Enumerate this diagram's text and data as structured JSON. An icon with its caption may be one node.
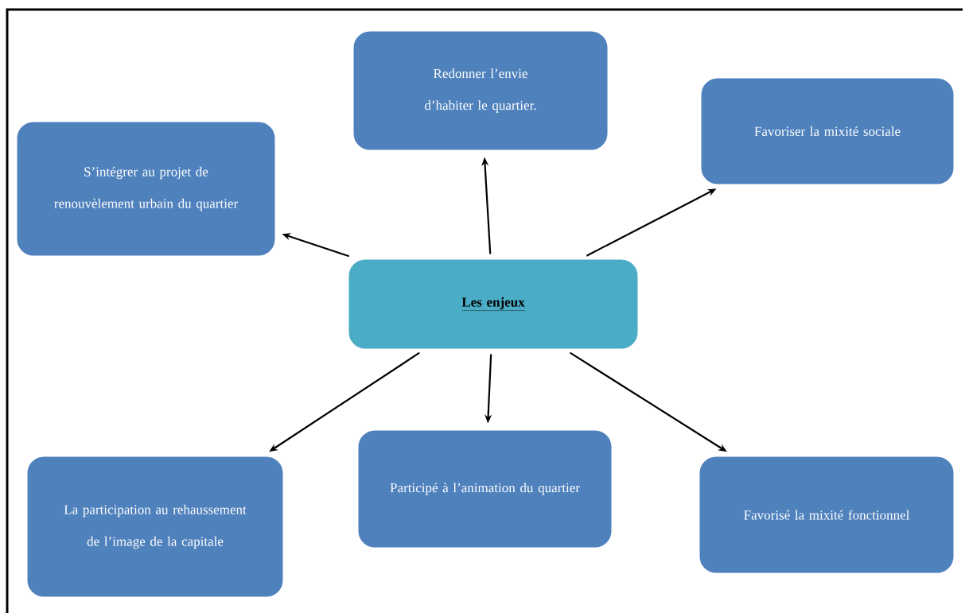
{
  "diagram": {
    "nodes": [
      {
        "text": [
          "Redonner l’envie d’habiter le quartier."
        ]
      },
      {
        "text": [
          "Favoriser la mixité sociale"
        ]
      },
      {
        "text": [
          "S’intégrer au projet de renouvèlement urbain du quartier"
        ]
      },
      {
        "text": [
          "Les enjeux"
        ]
      },
      {
        "text": [
          "La participation au rehaussement de l’image de la capitale"
        ]
      },
      {
        "text": [
          "Participé à l’animation du quartier"
        ]
      },
      {
        "text": [
          "Favorisé la mixité fonctionnel"
        ]
      }
    ],
    "edges": [
      {
        "from": 3,
        "to": 2,
        "arrow": "to"
      },
      {
        "from": 3,
        "to": 0,
        "arrow": "to"
      },
      {
        "from": 3,
        "to": 1,
        "arrow": "to"
      },
      {
        "from": 3,
        "to": 4,
        "arrow": "to"
      },
      {
        "from": 3,
        "to": 5,
        "arrow": "to"
      },
      {
        "from": 3,
        "to": 6,
        "arrow": "to"
      }
    ]
  }
}
